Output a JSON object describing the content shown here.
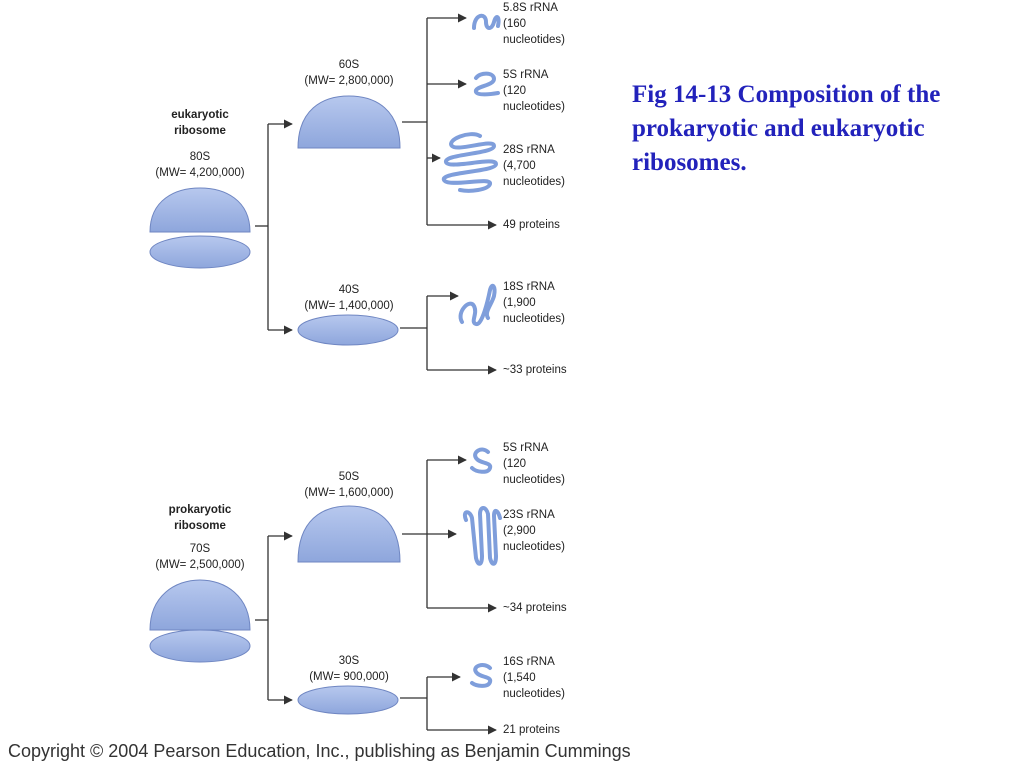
{
  "caption": "Fig 14-13 Composition of the prokaryotic and eukaryotic ribosomes.",
  "copyright": "Copyright © 2004 Pearson Education, Inc., publishing as Benjamin Cummings",
  "colors": {
    "subunit_fill": "#9cb2e2",
    "subunit_stroke": "#6f86c2",
    "rna": "#7f9edb",
    "arrow": "#333333",
    "caption": "#2222bb"
  },
  "eukaryotic": {
    "title": [
      "eukaryotic",
      "ribosome"
    ],
    "size": "80S",
    "mw": "(MW= 4,200,000)",
    "large": {
      "size": "60S",
      "mw": "(MW= 2,800,000)",
      "components": [
        {
          "name": "5.8S rRNA",
          "detail": [
            "(160",
            "nucleotides)"
          ]
        },
        {
          "name": "5S rRNA",
          "detail": [
            "(120",
            "nucleotides)"
          ]
        },
        {
          "name": "28S rRNA",
          "detail": [
            "(4,700",
            "nucleotides)"
          ]
        },
        {
          "name": "49 proteins",
          "detail": []
        }
      ]
    },
    "small": {
      "size": "40S",
      "mw": "(MW= 1,400,000)",
      "components": [
        {
          "name": "18S rRNA",
          "detail": [
            "(1,900",
            "nucleotides)"
          ]
        },
        {
          "name": "~33 proteins",
          "detail": []
        }
      ]
    }
  },
  "prokaryotic": {
    "title": [
      "prokaryotic",
      "ribosome"
    ],
    "size": "70S",
    "mw": "(MW= 2,500,000)",
    "large": {
      "size": "50S",
      "mw": "(MW= 1,600,000)",
      "components": [
        {
          "name": "5S rRNA",
          "detail": [
            "(120",
            "nucleotides)"
          ]
        },
        {
          "name": "23S rRNA",
          "detail": [
            "(2,900",
            "nucleotides)"
          ]
        },
        {
          "name": "~34 proteins",
          "detail": []
        }
      ]
    },
    "small": {
      "size": "30S",
      "mw": "(MW= 900,000)",
      "components": [
        {
          "name": "16S rRNA",
          "detail": [
            "(1,540",
            "nucleotides)"
          ]
        },
        {
          "name": "21 proteins",
          "detail": []
        }
      ]
    }
  }
}
